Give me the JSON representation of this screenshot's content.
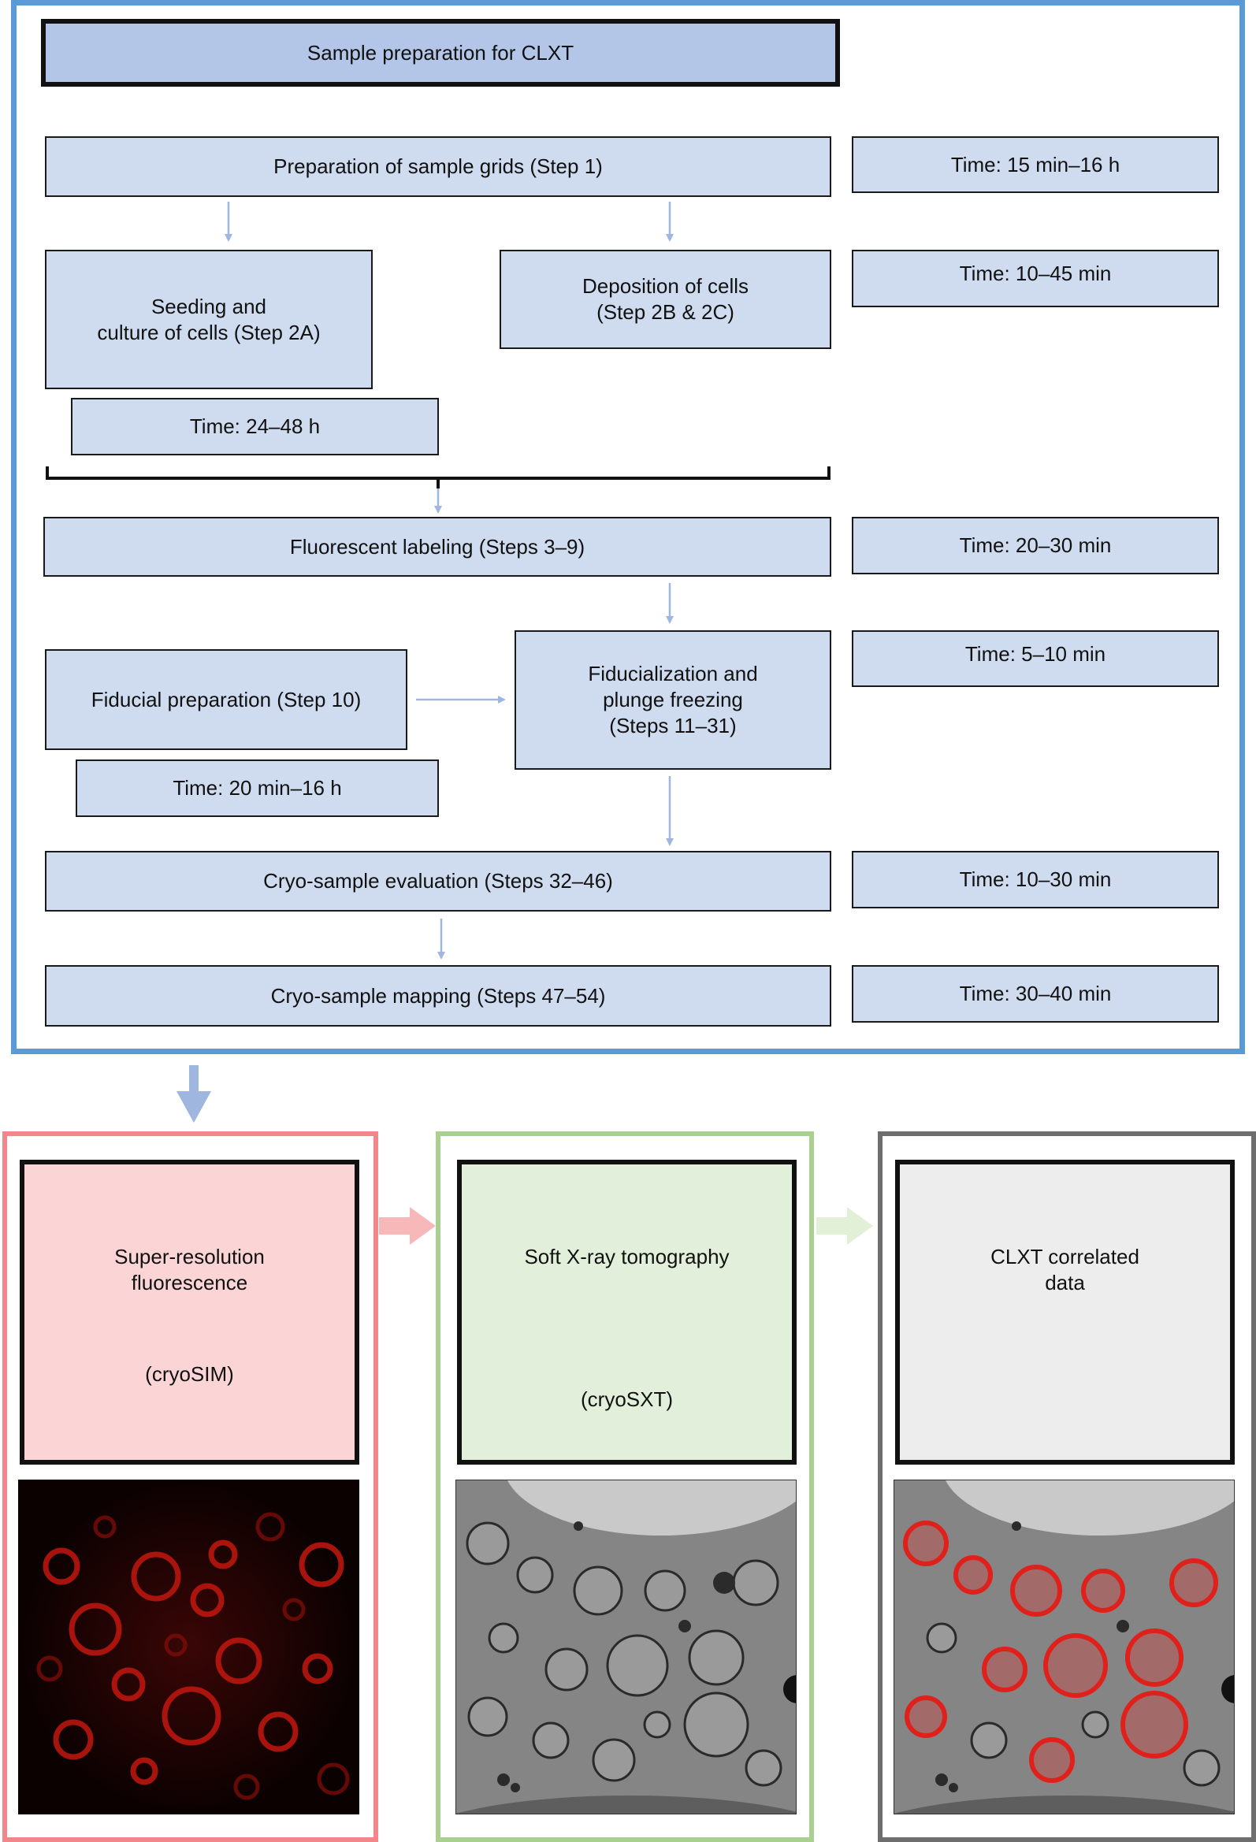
{
  "workflow": {
    "title": "Sample preparation for CLXT",
    "steps": {
      "grids": "Preparation of sample grids (Step 1)",
      "seeding": "Seeding and\nculture of cells (Step 2A)",
      "deposition": "Deposition of cells\n(Step 2B & 2C)",
      "labeling": "Fluorescent labeling (Steps 3–9)",
      "fiducial_prep": "Fiducial preparation (Step 10)",
      "fiducialization": "Fiducialization and\nplunge freezing\n(Steps 11–31)",
      "evaluation": "Cryo-sample evaluation (Steps 32–46)",
      "mapping": "Cryo-sample mapping (Steps 47–54)"
    },
    "times": {
      "grids": "Time: 15 min–16 h",
      "deposition": "Time: 10–45 min",
      "seeding": "Time: 24–48 h",
      "labeling": "Time: 20–30 min",
      "fiducialization": "Time: 5–10 min",
      "fiducial_prep": "Time: 20 min–16 h",
      "evaluation": "Time: 10–30 min",
      "mapping": "Time: 30–40 min"
    }
  },
  "panels": {
    "sim": {
      "title": "Super-resolution\nfluorescence",
      "method": "(cryoSIM)"
    },
    "sxt": {
      "title": "Soft X-ray tomography",
      "method": "(cryoSXT)"
    },
    "clxt": {
      "title": "CLXT correlated\ndata"
    }
  },
  "colors": {
    "workflow_frame": "#5b9bd5",
    "step_fill": "#cfdcf0",
    "title_fill": "#b3c6e7",
    "arrow": "#9fb6df",
    "sim_frame": "#f2868b",
    "sim_fill": "#fbd5d6",
    "sxt_frame": "#a9d08e",
    "sxt_fill": "#e2efda",
    "clxt_frame": "#6e6e6e",
    "clxt_fill": "#ededed",
    "fluorescence": "#e0201a"
  }
}
